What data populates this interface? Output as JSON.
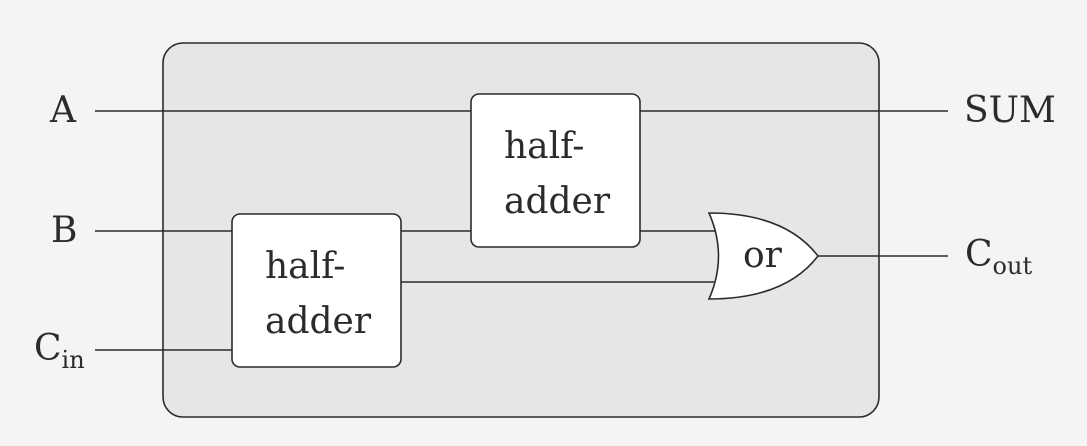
{
  "inputs": {
    "a": "A",
    "b": "B",
    "cin_main": "C",
    "cin_sub": "in"
  },
  "outputs": {
    "sum": "SUM",
    "cout_main": "C",
    "cout_sub": "out"
  },
  "blocks": {
    "half_adder_top": [
      "half-",
      "adder"
    ],
    "half_adder_bottom": [
      "half-",
      "adder"
    ],
    "or_gate": "or"
  }
}
